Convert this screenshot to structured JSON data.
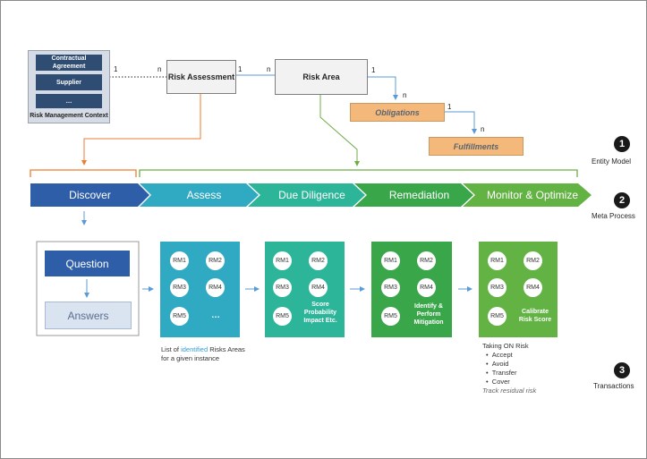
{
  "entity_model": {
    "context": {
      "items": [
        "Contractual Agreement",
        "Supplier",
        "…"
      ],
      "label": "Risk Management Context"
    },
    "risk_assessment": "Risk Assessment",
    "risk_area": "Risk Area",
    "obligations": "Obligations",
    "fulfillments": "Fulfillments",
    "cardinalities": {
      "ctx_ra_1": "1",
      "ctx_ra_n": "n",
      "ra_area_1": "1",
      "ra_area_n": "n",
      "area_obl_1": "1",
      "area_obl_n": "n",
      "obl_ful_1": "1",
      "obl_ful_n": "n"
    }
  },
  "sections": [
    {
      "number": "1",
      "label": "Entity Model"
    },
    {
      "number": "2",
      "label": "Meta Process"
    },
    {
      "number": "3",
      "label": "Transactions"
    }
  ],
  "stages": [
    "Discover",
    "Assess",
    "Due Diligence",
    "Remediation",
    "Monitor & Optimize"
  ],
  "colors": {
    "discover": "#2e5ea7",
    "assess": "#30a9c2",
    "due_diligence": "#2db59a",
    "remediation": "#3aa64a",
    "monitor": "#63b244",
    "orange": "#f4b97a",
    "connector_blue": "#5b9bd5",
    "connector_orange": "#ed7d31",
    "connector_green": "#70ad47"
  },
  "discover_panel": {
    "question": "Question",
    "answers": "Answers"
  },
  "panels": [
    {
      "circles": [
        "RM1",
        "RM2",
        "RM3",
        "RM4",
        "RM5"
      ],
      "extra": "…",
      "text": ""
    },
    {
      "circles": [
        "RM1",
        "RM2",
        "RM3",
        "RM4",
        "RM5"
      ],
      "extra": "",
      "text": "Score Probability Impact Etc."
    },
    {
      "circles": [
        "RM1",
        "RM2",
        "RM3",
        "RM4",
        "RM5"
      ],
      "extra": "",
      "text": "Identify & Perform Mitigation"
    },
    {
      "circles": [
        "RM1",
        "RM2",
        "RM3",
        "RM4",
        "RM5"
      ],
      "extra": "",
      "text": "Calibrate Risk Score"
    }
  ],
  "notes": {
    "assess_prefix": "List of ",
    "assess_highlight": "identified",
    "assess_suffix": " Risks Areas",
    "assess_line2": "for a given instance",
    "monitor_title": "Taking ON Risk",
    "monitor_items": [
      "Accept",
      "Avoid",
      "Transfer",
      "Cover"
    ],
    "monitor_footer": "Track residual risk"
  }
}
